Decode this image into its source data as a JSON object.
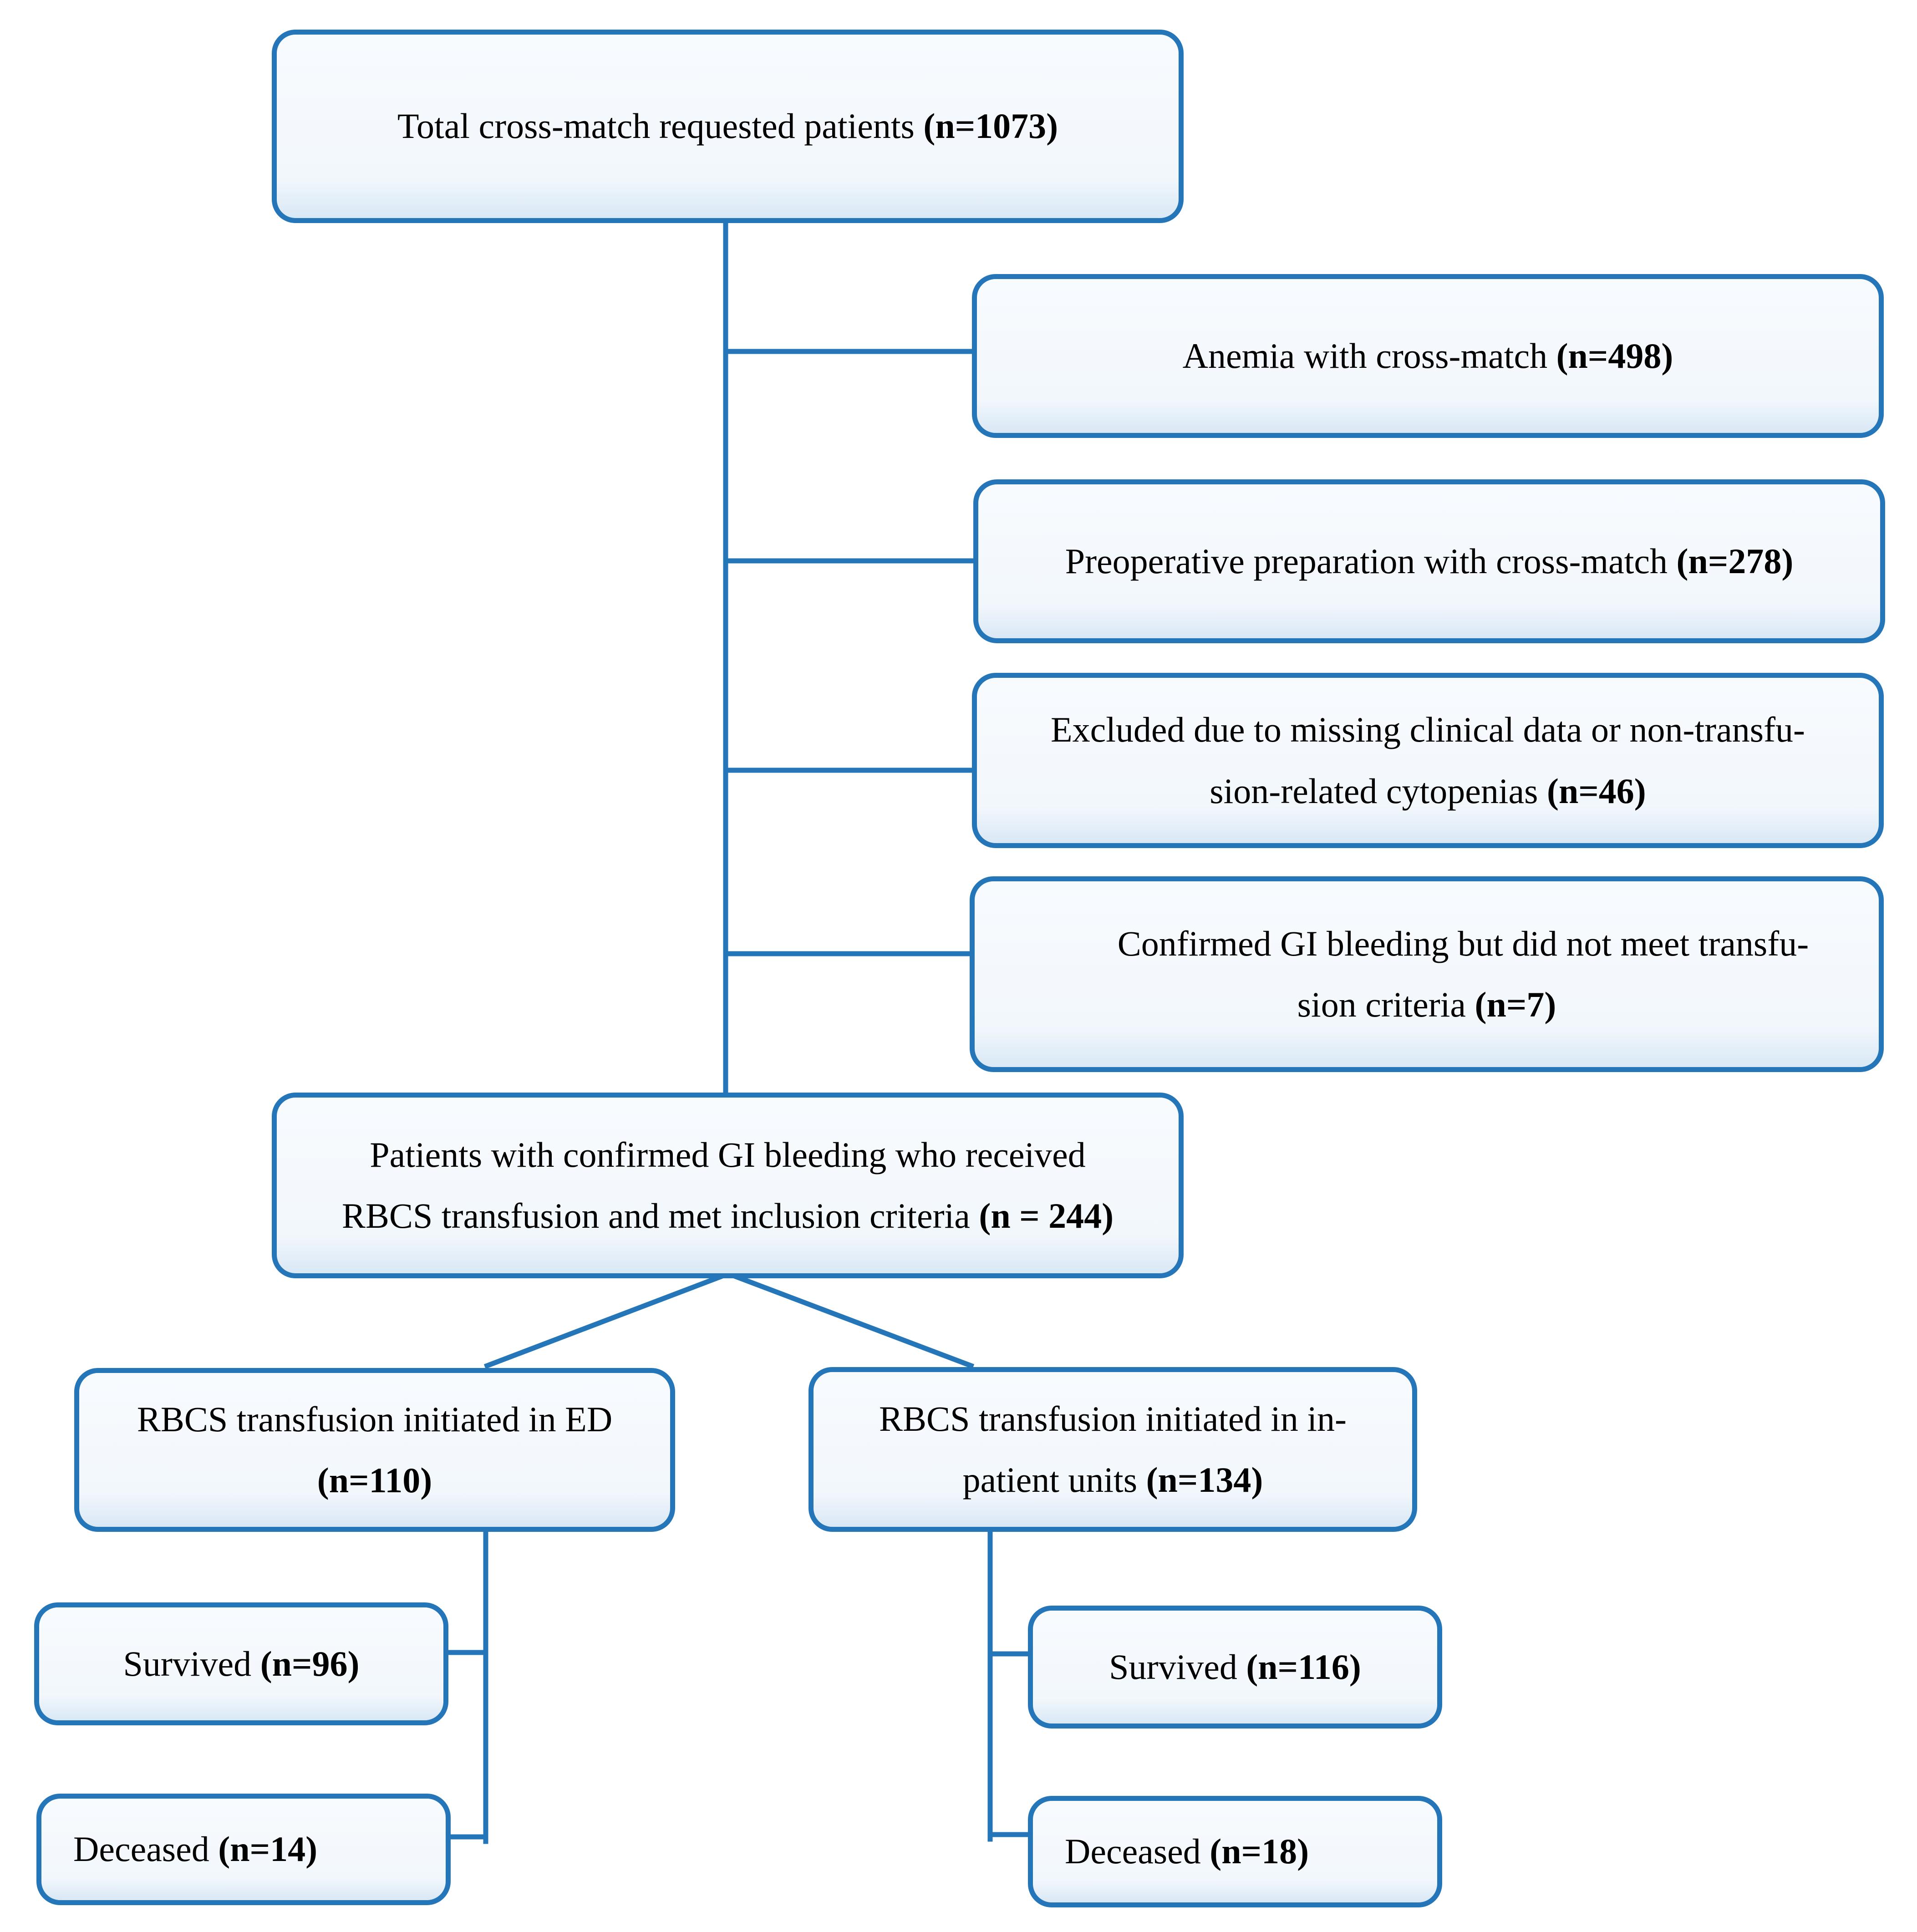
{
  "diagram": {
    "total": {
      "text": "Total cross-match requested patients ",
      "count": "(n=1073)"
    },
    "excluded": [
      {
        "text": "Anemia with cross-match ",
        "count": "(n=498)"
      },
      {
        "text": "Preoperative preparation with cross-match ",
        "count": "(n=278)"
      },
      {
        "line1": "Excluded due to missing clinical data or non-transfu-",
        "line2": "sion-related cytopenias ",
        "count": "(n=46)"
      },
      {
        "line1": "Confirmed GI bleeding but did not meet transfu-",
        "line2": "sion criteria ",
        "count": "(n=7)"
      }
    ],
    "included": {
      "line1": "Patients with confirmed GI bleeding who received",
      "line2": "RBCS transfusion and met inclusion criteria ",
      "count": "(n = 244)"
    },
    "ed": {
      "line1": "RBCS transfusion initiated in ED",
      "count": "(n=110)"
    },
    "inpatient": {
      "line1": "RBCS transfusion initiated in in-",
      "line2": "patient units ",
      "count": "(n=134)"
    },
    "ed_outcomes": {
      "survived": {
        "text": "Survived ",
        "count": "(n=96)"
      },
      "deceased": {
        "text": "Deceased ",
        "count": "(n=14)"
      }
    },
    "inpatient_outcomes": {
      "survived": {
        "text": "Survived ",
        "count": "(n=116)"
      },
      "deceased": {
        "text": "Deceased ",
        "count": "(n=18)"
      }
    },
    "colors": {
      "border": "#2476b8",
      "fill": "#f2f7fc",
      "line": "#2476b8"
    }
  }
}
